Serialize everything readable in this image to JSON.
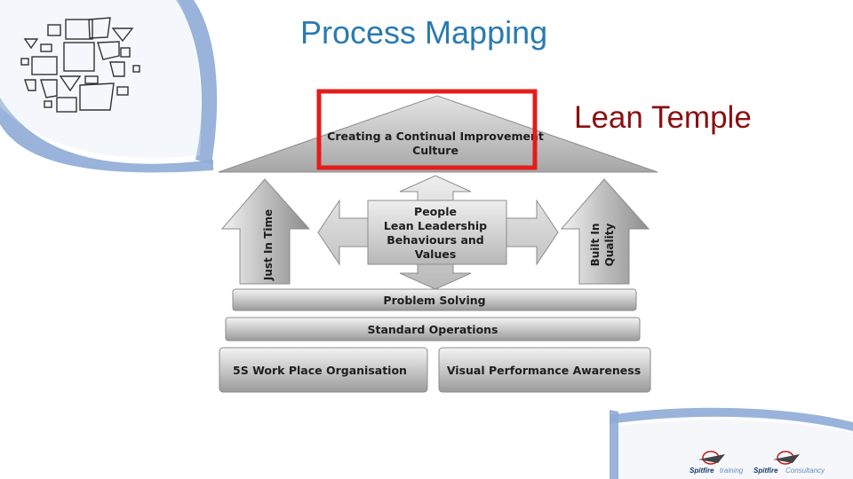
{
  "slide": {
    "title": "Process Mapping",
    "subtitle": "Lean Temple"
  },
  "temple": {
    "roof": [
      "Creating a Continual Improvement",
      "Culture"
    ],
    "left_pillar": "Just In Time",
    "right_pillar": [
      "Built In",
      "Quality"
    ],
    "center": [
      "People",
      "Lean Leadership",
      "Behaviours and",
      "Values"
    ],
    "step1": "Problem Solving",
    "step2": "Standard Operations",
    "base_left": "5S Work Place Organisation",
    "base_right": "Visual Performance Awareness"
  },
  "logos": {
    "left": {
      "name": "Spitfire",
      "suffix": "training"
    },
    "right": {
      "name": "Spitfire",
      "suffix": "Consultancy"
    }
  },
  "colors": {
    "title": "#2a7ab0",
    "subtitle": "#8a1010",
    "highlight": "#e41c1c",
    "swoosh": "#8eabd6"
  }
}
